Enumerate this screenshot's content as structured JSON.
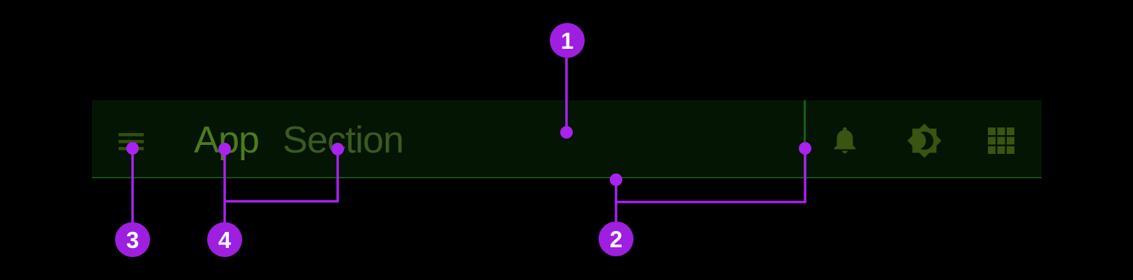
{
  "page": {
    "background_color": "#000000"
  },
  "navbar": {
    "app_title": "App",
    "section_title": "Section",
    "menu_icon": "hamburger-menu-icon",
    "action_icons": [
      "bell-notifications-icon",
      "brightness-theme-toggle-icon",
      "apps-grid-icon"
    ],
    "colors": {
      "bar_background": "#041504",
      "bar_bottom_border": "#1d4f1d",
      "divider": "#156018",
      "app_title_text": "#4c7a1d",
      "section_title_text": "#3a5a21",
      "icon": "#3a5411",
      "menu_icon": "#31500f"
    }
  },
  "annotations": {
    "accent_color": "#a922f0",
    "bubble_color": "#9e1fe0",
    "label_text_color": "#ffffff",
    "markers": [
      {
        "label": "1",
        "target": "app-bar-empty-area"
      },
      {
        "label": "2",
        "target": "toolbar-divider-and-bar-edge"
      },
      {
        "label": "3",
        "target": "menu-button"
      },
      {
        "label": "4",
        "target": "app-and-section-titles"
      }
    ]
  }
}
